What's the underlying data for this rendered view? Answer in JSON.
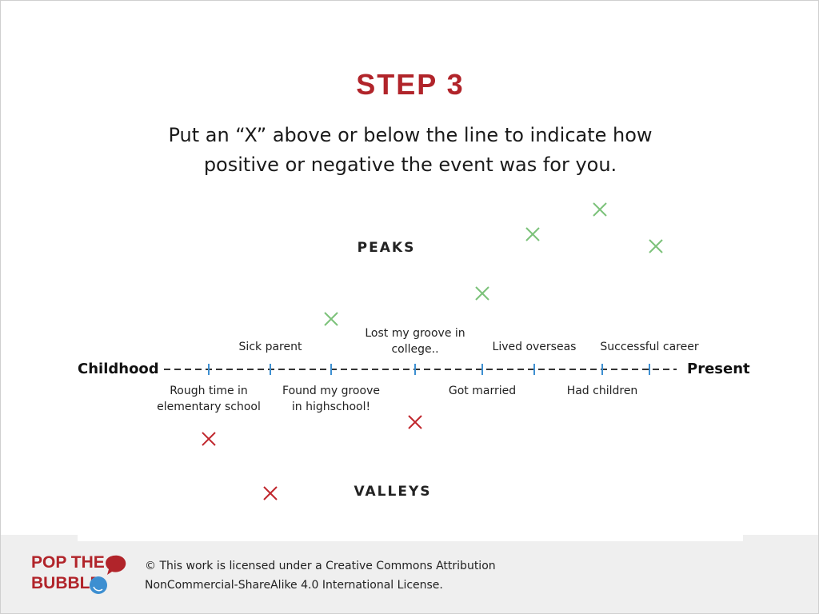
{
  "title": "STEP 3",
  "instruction": {
    "line1": "Put an “X” above or below the line to indicate how",
    "line2": "positive or negative the event was for you."
  },
  "bands": {
    "peaks": "PEAKS",
    "valleys": "VALLEYS"
  },
  "timeline": {
    "start_label": "Childhood",
    "end_label": "Present",
    "events": [
      {
        "label_line1": "Rough time in",
        "label_line2": "elementary school",
        "rating": "negative"
      },
      {
        "label_line1": "Sick parent",
        "label_line2": "",
        "rating": "negative"
      },
      {
        "label_line1": "Found my groove",
        "label_line2": "in highschool!",
        "rating": "positive"
      },
      {
        "label_line1": "Lost my groove in",
        "label_line2": "college..",
        "rating": "negative"
      },
      {
        "label_line1": "Got married",
        "label_line2": "",
        "rating": "positive"
      },
      {
        "label_line1": "Lived overseas",
        "label_line2": "",
        "rating": "positive"
      },
      {
        "label_line1": "Had children",
        "label_line2": "",
        "rating": "positive"
      },
      {
        "label_line1": "Successful career",
        "label_line2": "",
        "rating": "positive"
      }
    ]
  },
  "colors": {
    "title": "#b1242a",
    "positive_mark": "#7cc27a",
    "negative_mark": "#c0272d",
    "tick": "#3d8fd1",
    "dash": "#333333"
  },
  "footer": {
    "logo_line1": "POP THE",
    "logo_line2": "BUBBLE",
    "license_line1": "© This work is licensed under a Creative Commons Attribution",
    "license_line2": "NonCommercial-ShareAlike 4.0 International License."
  }
}
